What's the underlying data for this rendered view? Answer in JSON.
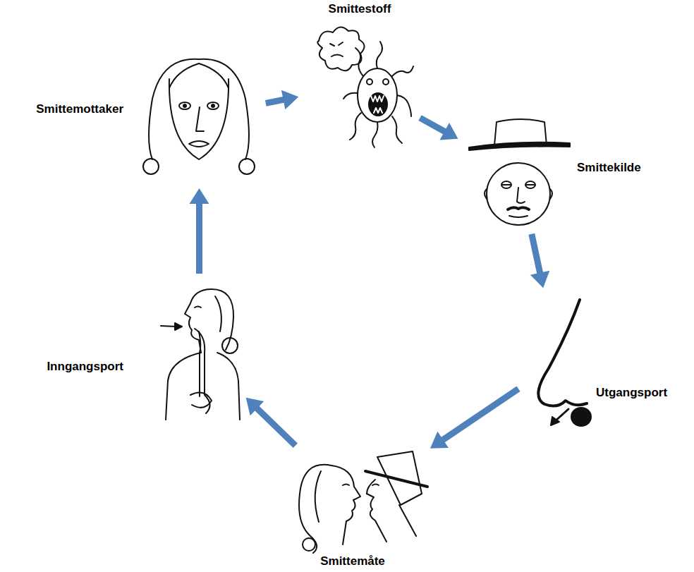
{
  "diagram": {
    "nodes": [
      {
        "text": [
          "Smittestoff"
        ]
      },
      {
        "text": [
          "Smittekilde"
        ]
      },
      {
        "text": [
          "Utgangsport"
        ]
      },
      {
        "text": [
          "Smittemåte"
        ]
      },
      {
        "text": [
          "Inngangsport"
        ]
      },
      {
        "text": [
          "Smittemottaker"
        ]
      }
    ],
    "edges": [
      {
        "from": 0,
        "to": 1,
        "arrow": "to"
      },
      {
        "from": 1,
        "to": 2,
        "arrow": "to"
      },
      {
        "from": 2,
        "to": 3,
        "arrow": "to"
      },
      {
        "from": 3,
        "to": 4,
        "arrow": "to"
      },
      {
        "from": 4,
        "to": 5,
        "arrow": "to"
      },
      {
        "from": 5,
        "to": 0,
        "arrow": "to"
      }
    ]
  }
}
